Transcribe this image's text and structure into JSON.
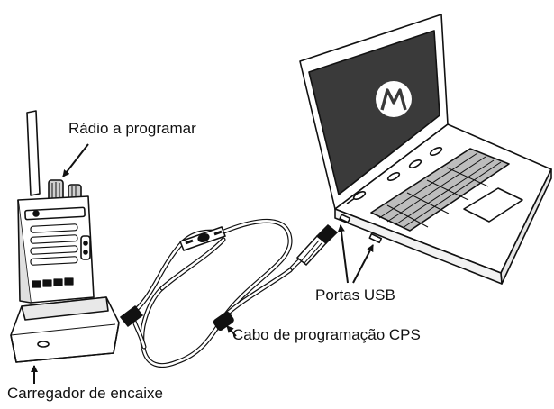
{
  "labels": {
    "radio": "Rádio a programar",
    "usb_ports": "Portas USB",
    "cable": "Cabo de programação CPS",
    "dock": "Carregador de encaixe"
  },
  "icons": {
    "laptop_logo": "motorola-logo-icon"
  },
  "colors": {
    "ink": "#111111",
    "screen": "#3a3a3a",
    "body": "#ffffff"
  }
}
